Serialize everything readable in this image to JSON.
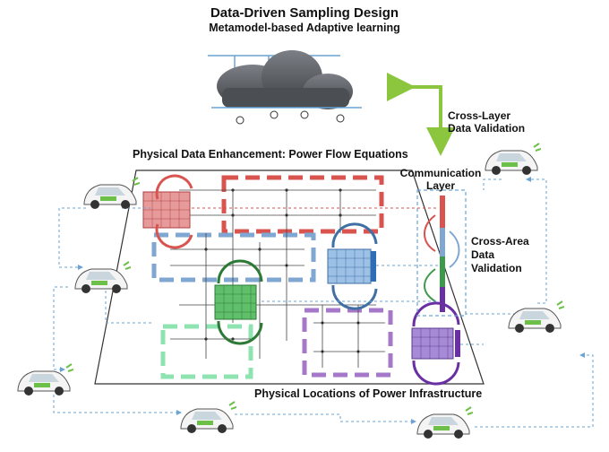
{
  "header": {
    "title": "Data-Driven Sampling Design",
    "subtitle": "Metamodel-based Adaptive learning"
  },
  "labels": {
    "physical_enhancement": "Physical Data Enhancement: Power Flow Equations",
    "communication_layer": "Communication Layer",
    "cross_layer": "Cross-Layer Data Validation",
    "cross_area": "Cross-Area Data Validation",
    "physical_locations": "Physical Locations of Power Infrastructure"
  },
  "colors": {
    "cloud": "#5f6368",
    "green_arrow": "#8cc63f",
    "red_zone": "#d9534f",
    "blue_zone": "#7fa7d1",
    "mint_zone": "#8fe3b0",
    "purple_zone": "#a678c9",
    "dotted_link": "#6aa3d4"
  },
  "icons": [
    "cloud-icon",
    "electric-car-icon",
    "grid-matrix-icon"
  ]
}
